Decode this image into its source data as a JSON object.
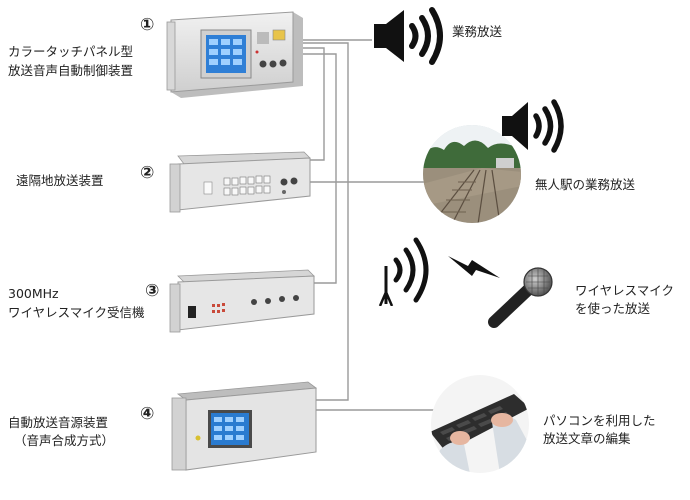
{
  "devices": [
    {
      "number": "①",
      "label_lines": [
        "カラータッチパネル型",
        "放送音声自動制御装置"
      ]
    },
    {
      "number": "②",
      "label_lines": [
        "遠隔地放送装置"
      ]
    },
    {
      "number": "③",
      "label_lines": [
        "300MHz",
        "ワイヤレスマイク受信機"
      ]
    },
    {
      "number": "④",
      "label_lines": [
        "自動放送音源装置",
        "（音声合成方式）"
      ]
    }
  ],
  "outputs": {
    "business_broadcast": "業務放送",
    "unmanned_station": "無人駅の業務放送",
    "wireless_mic_lines": [
      "ワイヤレスマイク",
      "を使った放送"
    ],
    "pc_editing_lines": [
      "パソコンを利用した",
      "放送文章の編集"
    ]
  },
  "icons": {
    "speaker": "speaker-icon",
    "antenna": "antenna-icon",
    "lightning": "lightning-icon",
    "microphone": "microphone-icon"
  },
  "colors": {
    "wire": "#9a9a9a",
    "chassis": "#e2e2e2",
    "screen": "#2f7fd6"
  }
}
